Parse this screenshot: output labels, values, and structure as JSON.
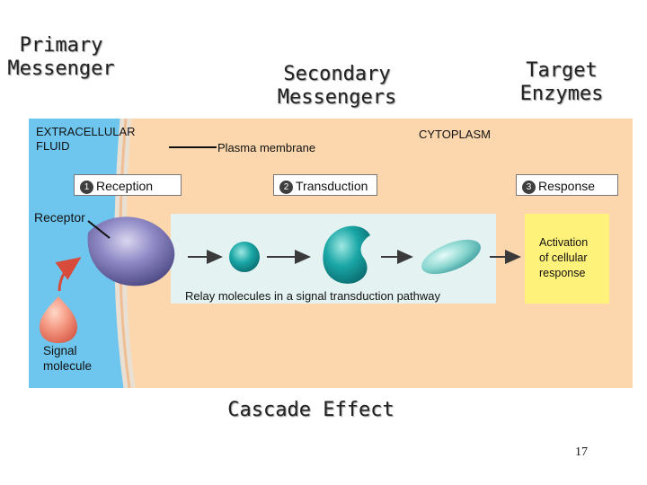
{
  "titles": {
    "primary": "Primary\nMessenger",
    "secondary": "Secondary\nMessengers",
    "target": "Target\nEnzymes",
    "cascade": "Cascade Effect"
  },
  "figure": {
    "extracellular": "EXTRACELLULAR\nFLUID",
    "cytoplasm": "CYTOPLASM",
    "plasma_membrane": "Plasma membrane",
    "receptor": "Receptor",
    "signal_molecule": "Signal\nmolecule",
    "relay_caption": "Relay molecules in a signal transduction pathway",
    "activation": "Activation\nof cellular\nresponse",
    "steps": [
      {
        "num": "1",
        "label": "Reception"
      },
      {
        "num": "2",
        "label": "Transduction"
      },
      {
        "num": "3",
        "label": "Response"
      }
    ]
  },
  "colors": {
    "extracellular_fluid": "#6ec6ee",
    "cytoplasm": "#fcd7ad",
    "relay_box": "#e4f3f1",
    "response_box": "#fff27a",
    "receptor": "#8a86c0",
    "relay_teal": "#1aa6a6"
  },
  "page_number": "17"
}
